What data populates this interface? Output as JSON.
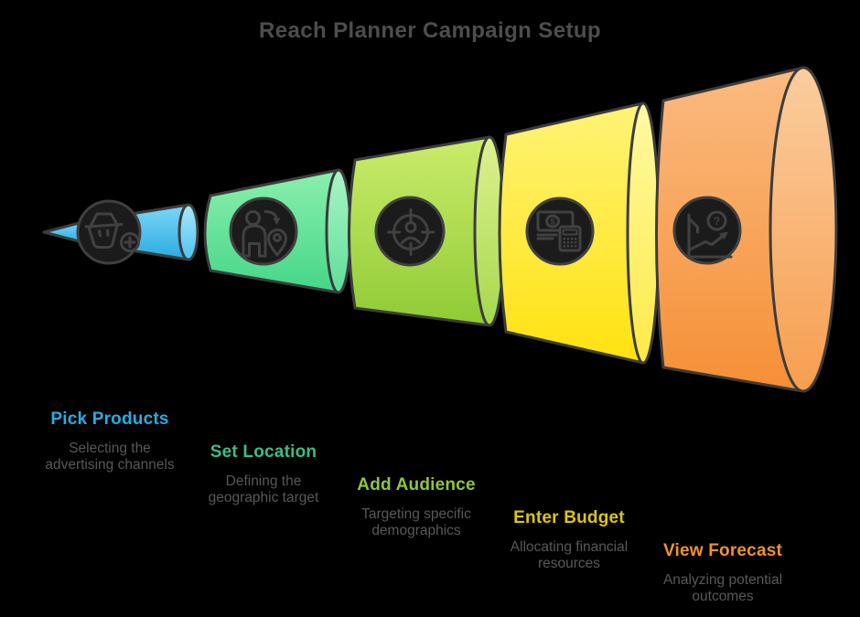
{
  "title": "Reach Planner Campaign Setup",
  "stages": [
    {
      "label": "Pick Products",
      "description": "Selecting the\nadvertising channels",
      "accent_color": "#29ABE2",
      "icon": "basket-add-icon"
    },
    {
      "label": "Set Location",
      "description": "Defining the\ngeographic target",
      "accent_color": "#3ABD88",
      "icon": "person-location-icon"
    },
    {
      "label": "Add Audience",
      "description": "Targeting specific\ndemographics",
      "accent_color": "#8CC63F",
      "icon": "audience-target-icon"
    },
    {
      "label": "Enter Budget",
      "description": "Allocating financial\nresources",
      "accent_color": "#DCC414",
      "icon": "budget-calculator-icon"
    },
    {
      "label": "View Forecast",
      "description": "Analyzing potential\noutcomes",
      "accent_color": "#F0922D",
      "icon": "forecast-chart-icon"
    }
  ],
  "icons": {
    "dollar_glyph": "$",
    "question_glyph": "?"
  },
  "palette": {
    "background": "#000000",
    "title_text": "#4D4D4D",
    "description_text": "#57585A",
    "outline": "#3C3C3C",
    "icon_circle_fill": "#1B1B1B",
    "icon_stroke": "#414141",
    "segment_fills": [
      "#29ABE2",
      "#45D689",
      "#8FCB35",
      "#FFE20F",
      "#F68F35"
    ]
  }
}
